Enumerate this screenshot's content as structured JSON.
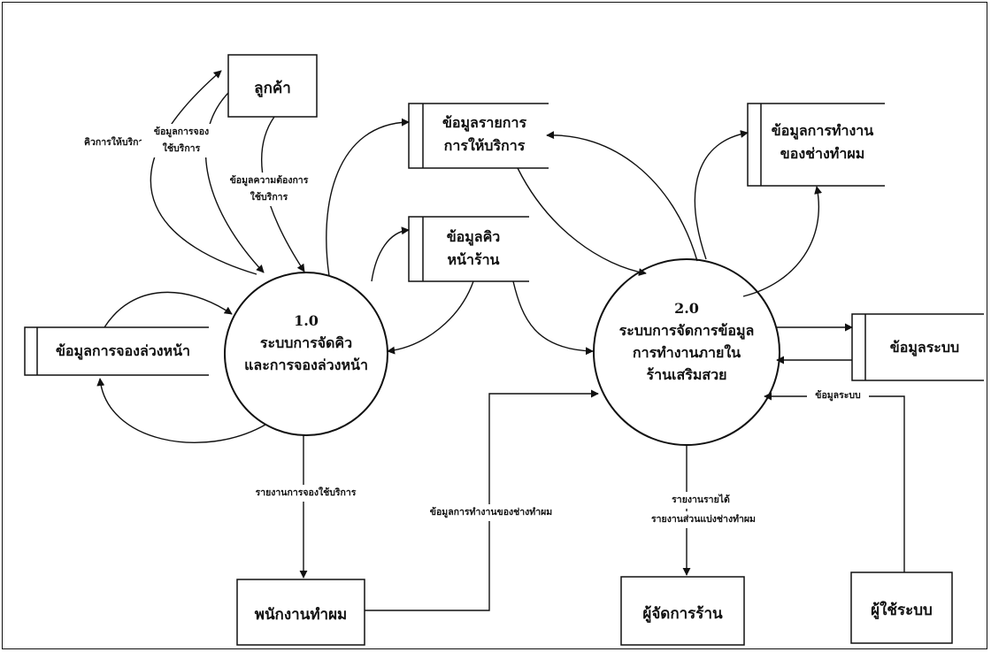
{
  "entities": {
    "customer": "ลูกค้า",
    "hairdresser": "พนักงานทำผม",
    "manager": "ผู้จัดการร้าน",
    "system_user": "ผู้ใช้ระบบ"
  },
  "processes": {
    "p1": {
      "number": "1.0",
      "line1": "ระบบการจัดคิว",
      "line2": "และการจองล่วงหน้า"
    },
    "p2": {
      "number": "2.0",
      "line1": "ระบบการจัดการข้อมูล",
      "line2": "การทำงานภายใน",
      "line3": "ร้านเสริมสวย"
    }
  },
  "stores": {
    "services": {
      "line1": "ข้อมูลรายการ",
      "line2": "การให้บริการ"
    },
    "queue": {
      "line1": "ข้อมูลคิว",
      "line2": "หน้าร้าน"
    },
    "booking": "ข้อมูลการจองล่วงหน้า",
    "hairdresser_work": {
      "line1": "ข้อมูลการทำงาน",
      "line2": "ของช่างทำผม"
    },
    "system": "ข้อมูลระบบ"
  },
  "flows": {
    "service_queue": "คิวการให้บริการ",
    "booking_info_1": "ข้อมูลการจอง",
    "booking_info_2": "ใช้บริการ",
    "service_need_1": "ข้อมูลความต้องการ",
    "service_need_2": "ใช้บริการ",
    "booking_report": "รายงานการจองใช้บริการ",
    "hairdresser_work": "ข้อมูลการทำงานของช่างทำผม",
    "income_report": "รายงานรายได้",
    "share_report": "รายงานส่วนแบ่งช่างทำผม",
    "system_info": "ข้อมูลระบบ"
  }
}
